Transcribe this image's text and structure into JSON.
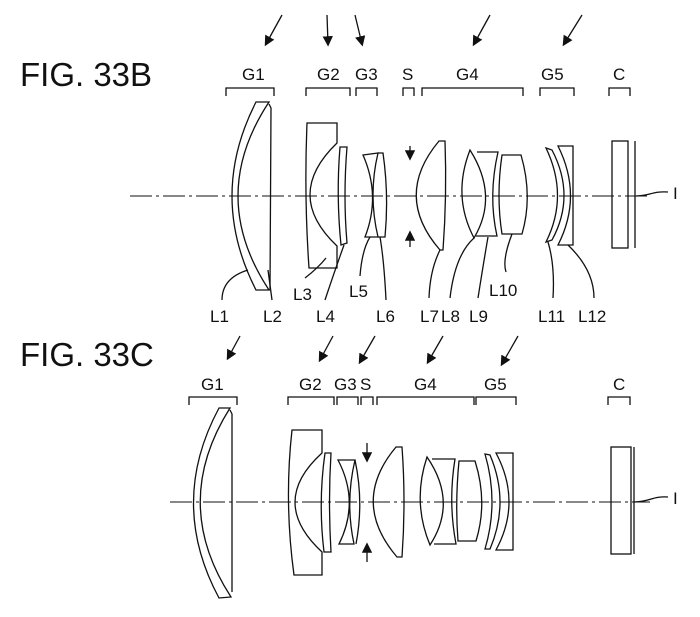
{
  "figures": [
    {
      "title": "FIG. 33B",
      "groups": [
        "G1",
        "G2",
        "G3",
        "S",
        "G4",
        "G5",
        "C"
      ],
      "lenses": [
        "L1",
        "L2",
        "L3",
        "L4",
        "L5",
        "L6",
        "L7",
        "L8",
        "L9",
        "L10",
        "L11",
        "L12"
      ],
      "image_plane": "I"
    },
    {
      "title": "FIG. 33C",
      "groups": [
        "G1",
        "G2",
        "G3",
        "S",
        "G4",
        "G5",
        "C"
      ],
      "image_plane": "I"
    }
  ]
}
